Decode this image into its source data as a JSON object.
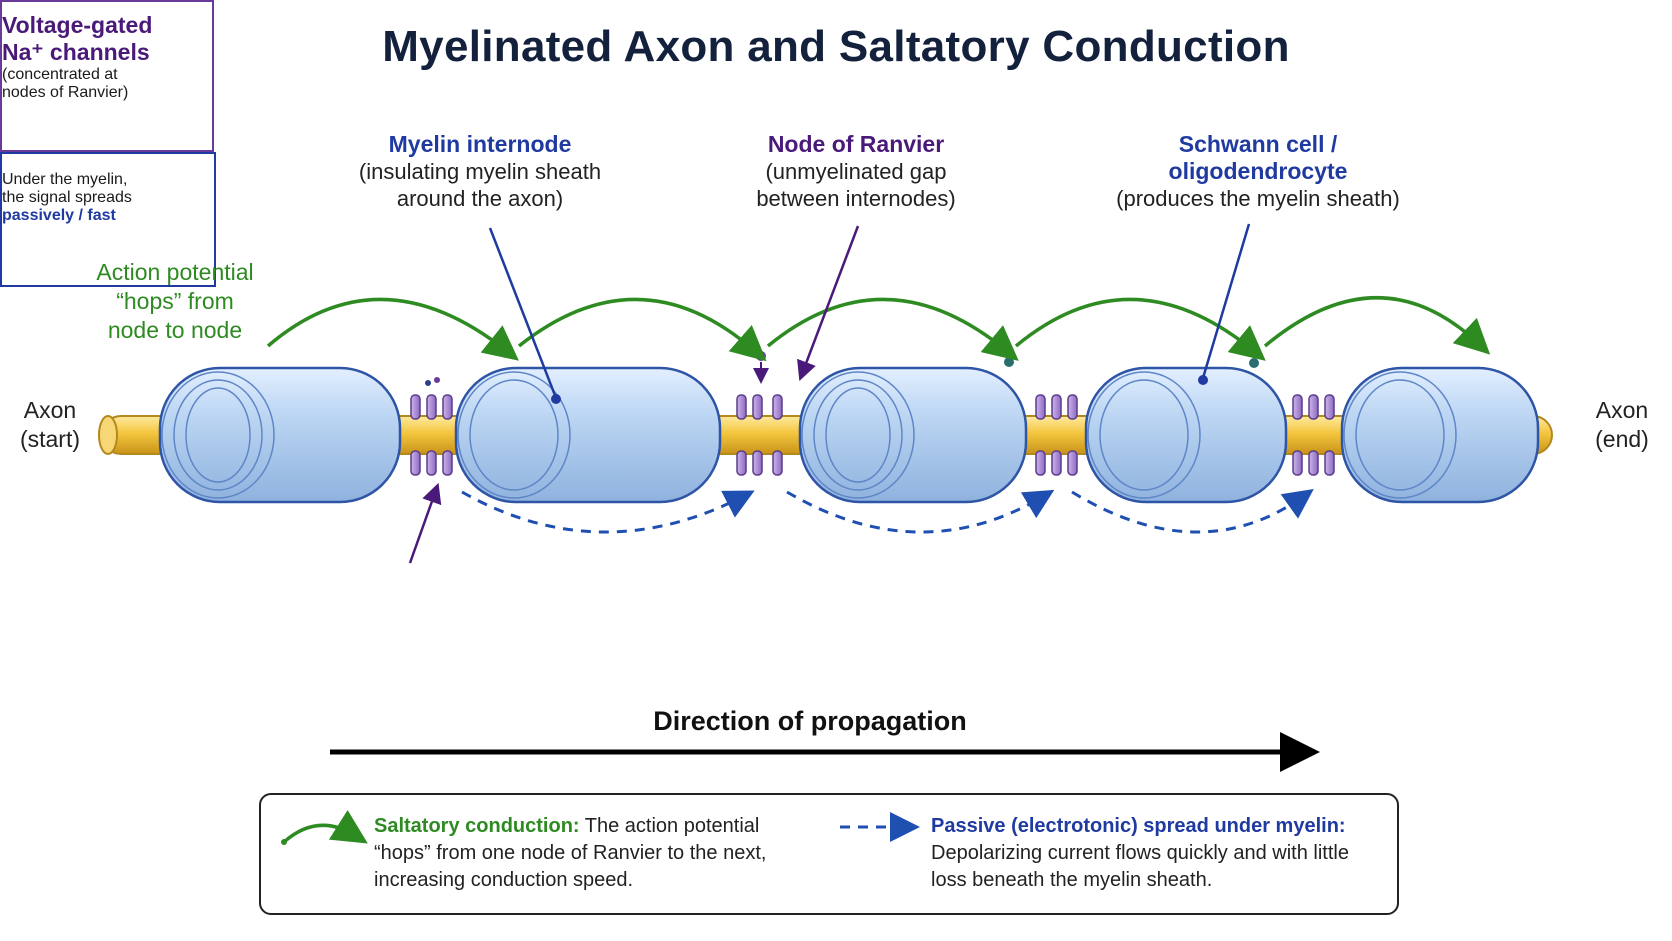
{
  "title": "Myelinated Axon and Saltatory Conduction",
  "labels": {
    "axon_start": [
      "Axon",
      "(start)"
    ],
    "axon_end": [
      "Axon",
      "(end)"
    ],
    "action_potential": [
      "Action potential",
      "“hops” from",
      "node to node"
    ],
    "myelin_internode": {
      "heading": "Myelin internode",
      "lines": [
        "(insulating myelin sheath",
        "around the axon)"
      ]
    },
    "node_of_ranvier": {
      "heading": "Node of Ranvier",
      "lines": [
        "(unmyelinated gap",
        "between internodes)"
      ]
    },
    "schwann_cell": {
      "heading": [
        "Schwann cell /",
        "oligodendrocyte"
      ],
      "lines": [
        "(produces the myelin sheath)"
      ]
    }
  },
  "na_box": {
    "heading1": "Voltage-gated",
    "heading2": "Na⁺ channels",
    "lines": [
      "(concentrated at",
      "nodes of Ranvier)"
    ]
  },
  "under_box": {
    "line1": "Under the myelin,",
    "line2": "the signal spreads",
    "emph": "passively / fast"
  },
  "direction_label": "Direction of propagation",
  "legend": {
    "saltatory": {
      "title": "Saltatory conduction:",
      "text1": " The action potential",
      "text2": "“hops” from one node of Ranvier to the next,",
      "text3": "increasing conduction speed."
    },
    "passive": {
      "title": "Passive (electrotonic) spread under myelin:",
      "text1": "Depolarizing current flows quickly and with little",
      "text2": "loss beneath the myelin sheath."
    }
  },
  "colors": {
    "green": "#2e8b22",
    "blue": "#1f4fb0",
    "purple": "#4a1a7a",
    "axon": "#f2c23c",
    "myelin": "#b8d4f0"
  }
}
